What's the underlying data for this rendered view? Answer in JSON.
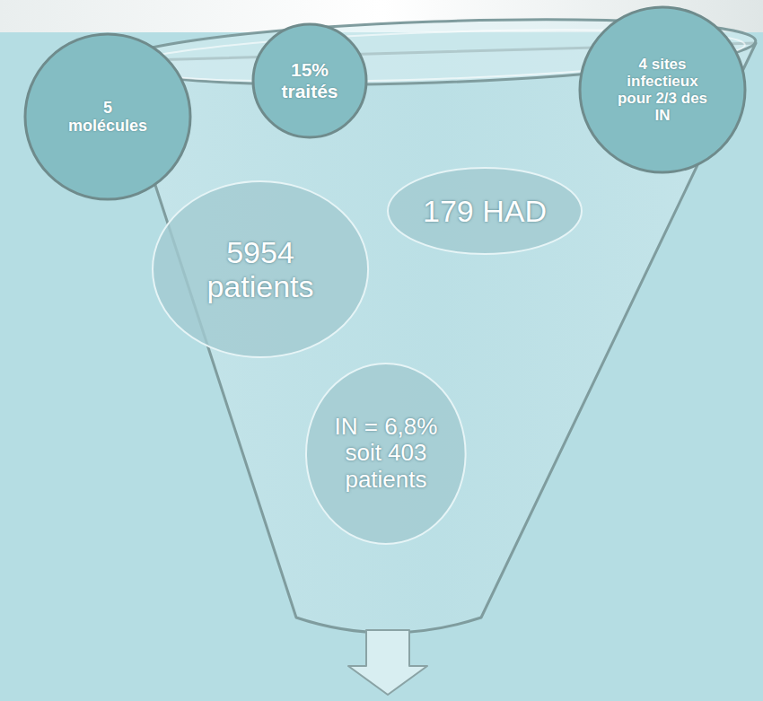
{
  "diagram": {
    "nodes": [
      {
        "text": [
          "5 molécules"
        ]
      },
      {
        "text": [
          "15% traités"
        ]
      },
      {
        "text": [
          "4 sites infectieux pour 2/3 des IN"
        ]
      },
      {
        "text": [
          "5954 patients"
        ]
      },
      {
        "text": [
          "179 HAD"
        ]
      },
      {
        "text": [
          "IN = 6,8% soit 403 patients"
        ]
      }
    ],
    "edges": []
  }
}
